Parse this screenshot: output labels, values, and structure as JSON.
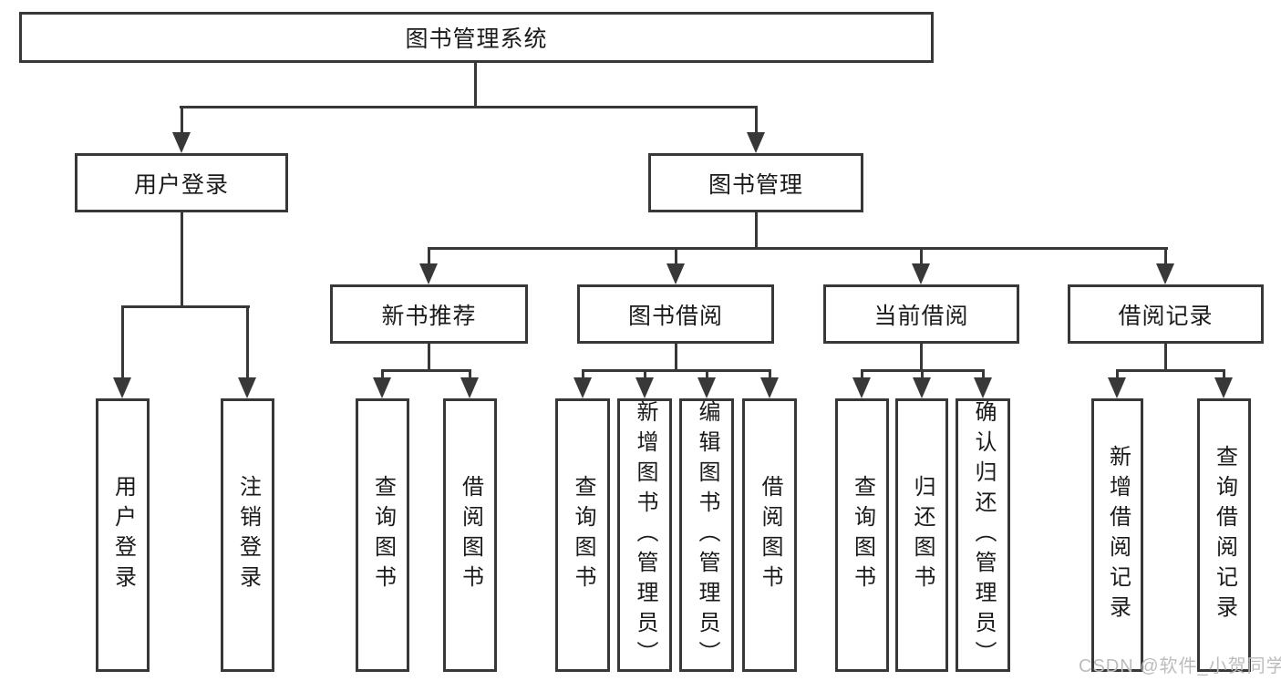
{
  "diagram": {
    "root": "图书管理系统",
    "level2": {
      "user_login": "用户登录",
      "book_mgmt": "图书管理"
    },
    "level3": {
      "new_books": "新书推荐",
      "borrowing": "图书借阅",
      "current": "当前借阅",
      "records": "借阅记录"
    },
    "leaves": {
      "ul_login": "用户登录",
      "ul_logout": "注销登录",
      "nb_query": "查询图书",
      "nb_borrow": "借阅图书",
      "bw_query": "查询图书",
      "bw_add": "新增图书（管理员）",
      "bw_edit": "编辑图书（管理员）",
      "bw_borrow": "借阅图书",
      "cb_query": "查询图书",
      "cb_return": "归还图书",
      "cb_confirm": "确认归还（管理员）",
      "rec_add": "新增借阅记录",
      "rec_query": "查询借阅记录"
    }
  },
  "watermark": "CSDN @软件_小贺同学",
  "colors": {
    "line": "#383838",
    "watermark": "#bcbcbc",
    "background": "#ffffff"
  }
}
